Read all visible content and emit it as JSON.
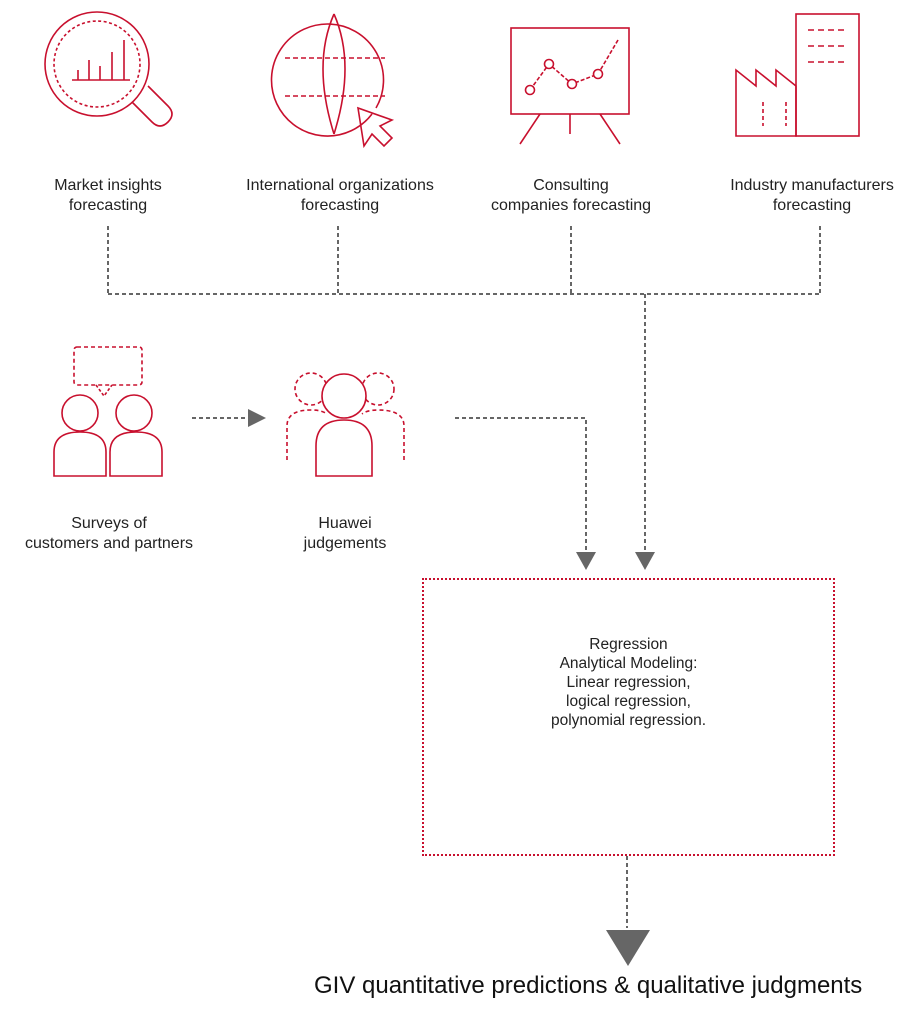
{
  "colors": {
    "accent": "#c8102e",
    "connector": "#666666",
    "text": "#222222"
  },
  "sources": [
    {
      "id": "market",
      "icon": "magnifier-chart-icon",
      "label": "Market insights\nforecasting"
    },
    {
      "id": "intl",
      "icon": "globe-cursor-icon",
      "label": "International organizations\nforecasting"
    },
    {
      "id": "consult",
      "icon": "presentation-board-icon",
      "label": "Consulting\ncompanies forecasting"
    },
    {
      "id": "industry",
      "icon": "factory-icon",
      "label": "Industry manufacturers\nforecasting"
    }
  ],
  "surveys": {
    "icon": "two-people-speech-icon",
    "label": "Surveys of\ncustomers and partners"
  },
  "huawei": {
    "icon": "group-people-icon",
    "label": "Huawei\njudgements"
  },
  "model_box": {
    "text": "Regression\nAnalytical Modeling:\nLinear regression,\nlogical regression,\npolynomial regression."
  },
  "output": {
    "text": "GIV quantitative predictions & qualitative judgments"
  }
}
